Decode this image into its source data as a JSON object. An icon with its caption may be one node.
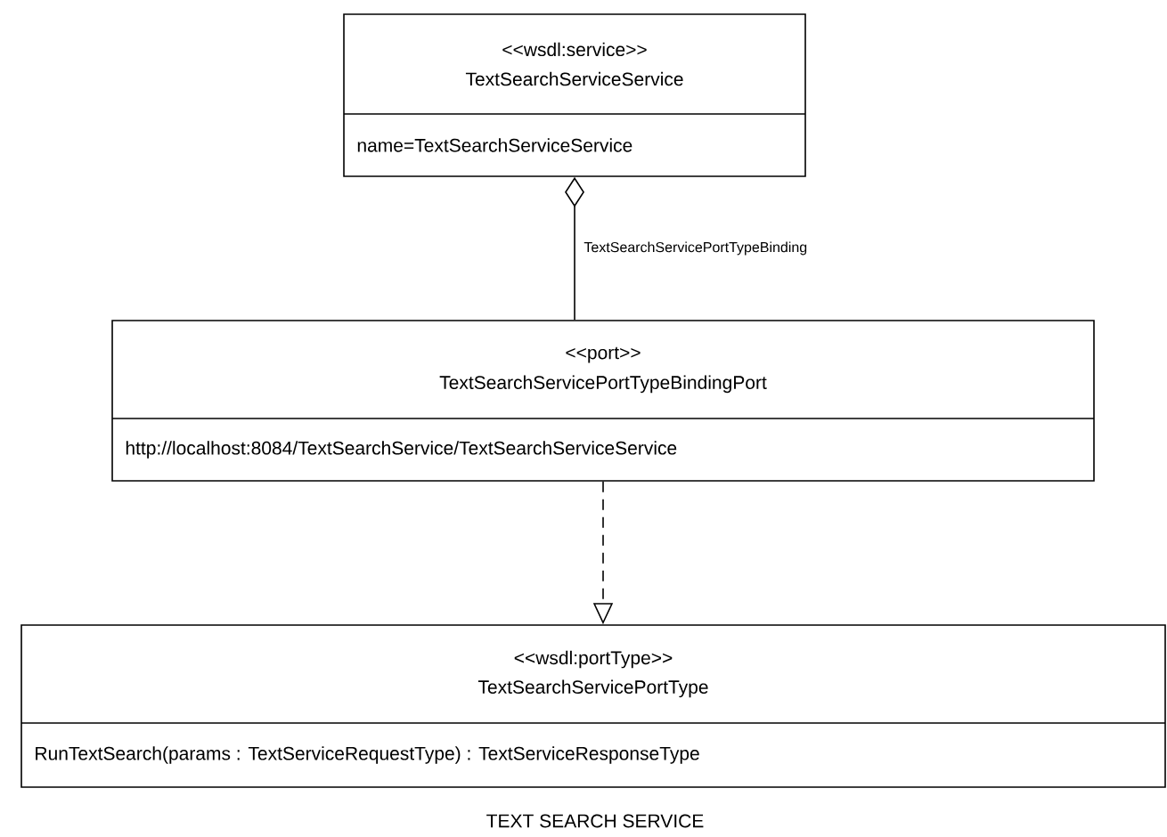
{
  "diagram": {
    "caption": "TEXT SEARCH SERVICE",
    "nodes": [
      {
        "text": [
          "<<wsdl:service>>",
          "TextSearchServiceService",
          "name=TextSearchServiceService"
        ]
      },
      {
        "text": [
          "<<port>>",
          "TextSearchServicePortTypeBindingPort",
          "http://localhost:8084/TextSearchService/TextSearchServiceService"
        ]
      },
      {
        "text": [
          "<<wsdl:portType>>",
          "TextSearchServicePortType",
          "RunTextSearch(params : TextServiceRequestType) : TextServiceResponseType"
        ]
      }
    ],
    "edges": [
      {
        "from": 0,
        "to": 1,
        "arrow": "other",
        "label": "TextSearchServicePortTypeBinding"
      },
      {
        "from": 1,
        "to": 2,
        "arrow": "to",
        "style": "dashed"
      }
    ]
  }
}
